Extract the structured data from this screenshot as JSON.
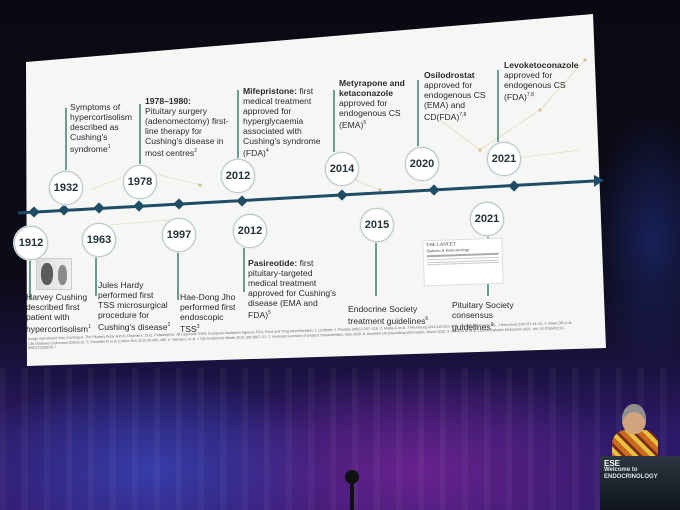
{
  "timeline_top": [
    {
      "year": "1932",
      "text": "Symptoms of hypercortisolism described as Cushing's syndrome",
      "ref": "1"
    },
    {
      "year": "1978",
      "title": "1978–1980:",
      "text": "Pituitary surgery (adenomectomy) first-line therapy for Cushing's disease in most centres",
      "ref": "2"
    },
    {
      "year": "2012",
      "title": "Mifepristone:",
      "text": "first medical treatment approved for hyperglycaemia associated with Cushing's syndrome (FDA)",
      "ref": "4"
    },
    {
      "year": "2014",
      "title": "Metyrapone and ketaconazole",
      "text": "approved for endogenous CS (EMA)",
      "ref": "5"
    },
    {
      "year": "2020",
      "title": "Osilodrostat",
      "text": "approved for endogenous CS (EMA) and CD(FDA)",
      "ref": "7,8"
    },
    {
      "year": "2021",
      "title": "Levoketoconazole",
      "text": "approved for endogenous CS (FDA)",
      "ref": "7,8"
    }
  ],
  "timeline_bottom": [
    {
      "year": "1912",
      "text": "Harvey Cushing described first patient with hypercortisolism",
      "ref": "1"
    },
    {
      "year": "1963",
      "text": "Jules Hardy performed first TSS microsurgical procedure for Cushing's disease",
      "ref": "2"
    },
    {
      "year": "1997",
      "text": "Hae-Dong Jho performed first endoscopic TSS",
      "ref": "3"
    },
    {
      "year": "2012",
      "title": "Pasireotide:",
      "text": "first pituitary-targeted medical treatment approved for Cushing's disease (EMA and FDA)",
      "ref": "5"
    },
    {
      "year": "2015",
      "text": "Endocrine Society treatment guidelines",
      "ref": "6"
    },
    {
      "year": "2021",
      "text": "Pituitary Society consensus guidelines",
      "ref": "9"
    }
  ],
  "lancet": {
    "journal": "THE LANCET",
    "subtitle": "Diabetes & Endocrinology"
  },
  "references": "Image reproduced from Cushing H. The Pituitary Body and its Disorders. 1912. Philadelphia: JB Lippincott. EMA, European Medicines Agency; FDA, Food and Drug Administration. 1. Lindholm J. Pituitary 2002;5:207–216. 2. Mattia G et al. J Neurosurg 2012;116:261–8. 3. Jho HD and Carrau RL. J Neurosurg 1997;87:44–51. 4. Bowe DB et al. Clin Diabetes Endocrinol 2020;6:16. 5. Pivonello R et al. Endocr Rev 2015;36:385–486. 6. Nieman L et al. J Clin Endocrinol Metab 2015;100:2807–31. 7. Isturisa® summary of product characteristics, May 2020. 8. Isturisa® US prescribing information, March 2020. 9. Fleseriu M et al. Lancet Diabetes Endocrinol 2021. doi: 10.1016/s2213-8587(21)00235-7",
  "podium": {
    "line1": "Welcome to",
    "line2": "ENDOCRINOLOGY",
    "brand": "ESE"
  },
  "colors": {
    "timeline": "#1f4d66",
    "slide": "#f6f6f4"
  }
}
